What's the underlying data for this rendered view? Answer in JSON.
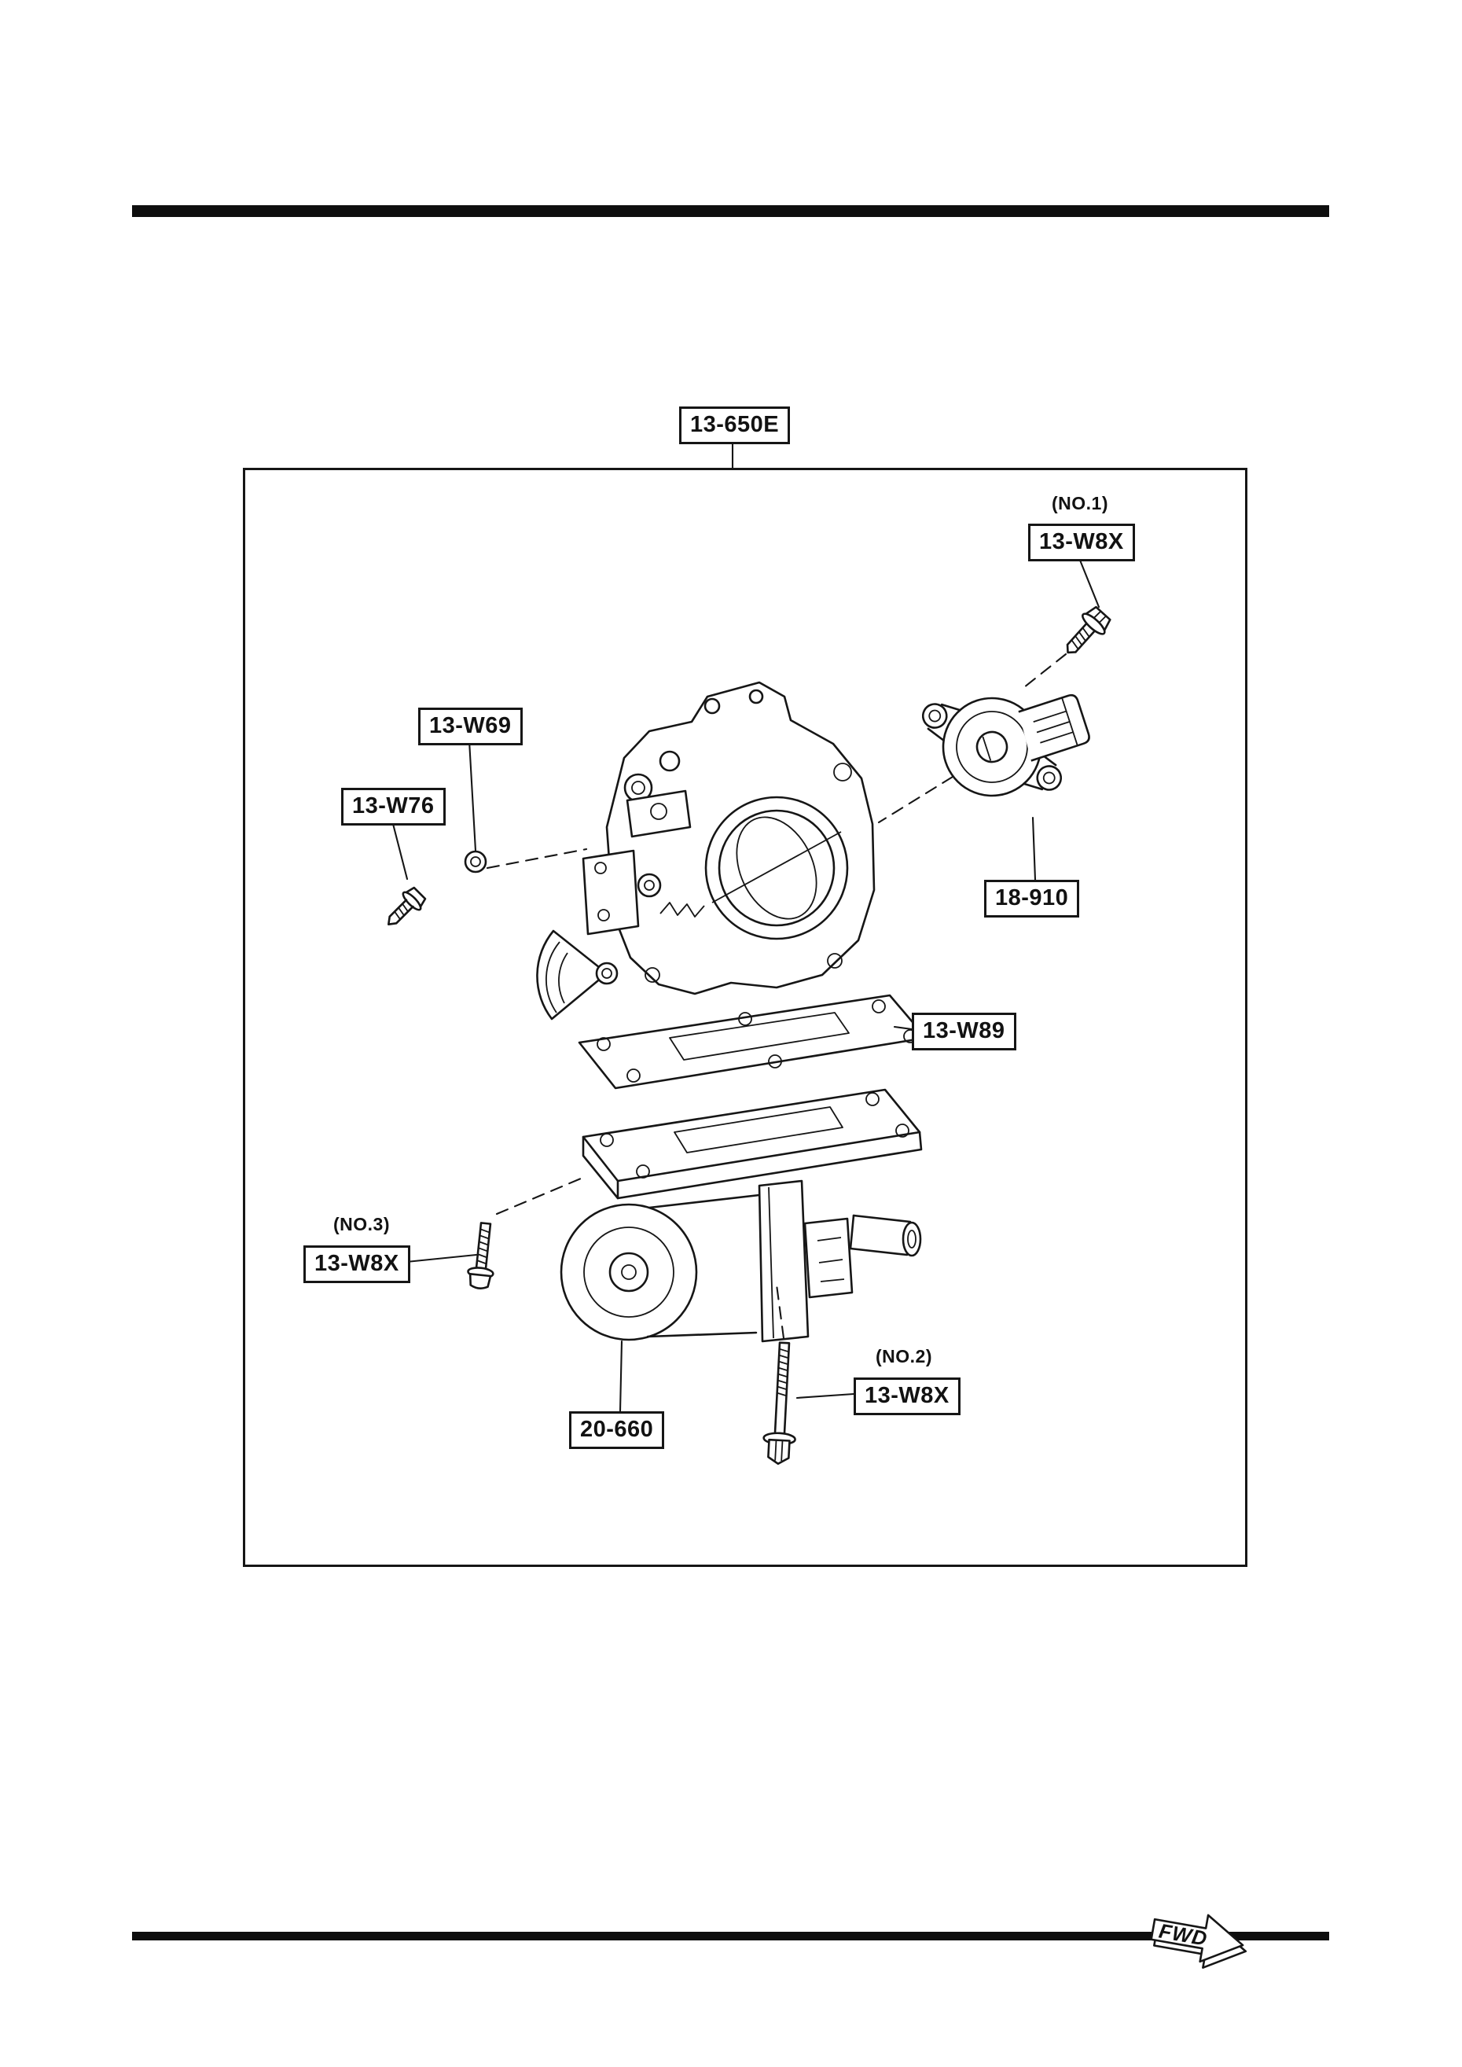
{
  "page": {
    "background": "#ffffff",
    "ink": "#161616"
  },
  "diagram": {
    "assembly_label": "13-650E",
    "fwd_marker": "FWD",
    "callouts": [
      {
        "note": "(NO.1)",
        "label": "13-W8X"
      },
      {
        "note": "",
        "label": "13-W69"
      },
      {
        "note": "",
        "label": "13-W76"
      },
      {
        "note": "",
        "label": "18-910"
      },
      {
        "note": "",
        "label": "13-W89"
      },
      {
        "note": "(NO.3)",
        "label": "13-W8X"
      },
      {
        "note": "(NO.2)",
        "label": "13-W8X"
      },
      {
        "note": "",
        "label": "20-660"
      }
    ]
  }
}
